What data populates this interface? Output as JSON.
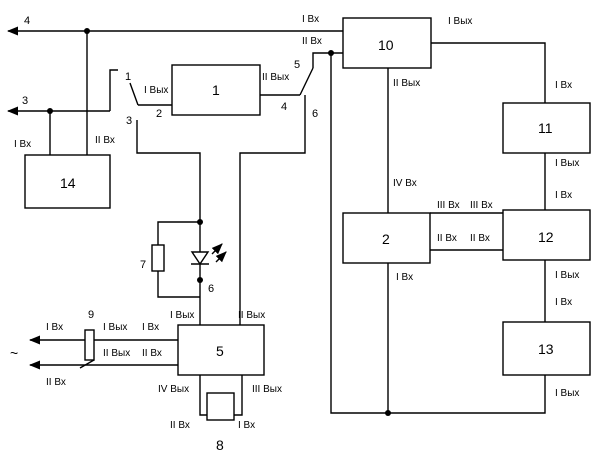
{
  "blocks": {
    "b1": "1",
    "b2": "2",
    "b5": "5",
    "b10": "10",
    "b11": "11",
    "b12": "12",
    "b13": "13",
    "b14": "14",
    "b8": "8"
  },
  "numbers": {
    "n4": "4",
    "n3": "3",
    "n3b": "3",
    "n1": "1",
    "n2": "2",
    "n5": "5",
    "n4b": "4",
    "n6": "6",
    "n6b": "6",
    "n7": "7",
    "n9": "9"
  },
  "labels": {
    "l10_in1": "I Вх",
    "l10_in2": "II Вх",
    "l10_out1": "I Вых",
    "l10_out2": "II Вых",
    "l1_out1": "I Вых",
    "l1_out2": "II Вых",
    "l14_in1": "I Вх",
    "l14_in2": "II Вх",
    "l11_in": "I Вх",
    "l11_out": "I Вых",
    "l12_in": "I Вх",
    "l12_out": "I Вых",
    "l12_in2": "II Вх",
    "l12_in3": "III Вх",
    "l2_in4": "IV Вх",
    "l2_out3": "III Вх",
    "l2_out2": "II Вх",
    "l2_in1": "I Вх",
    "l13_in": "I Вх",
    "l13_out": "I Вых",
    "l5_out1": "I Вых",
    "l5_out2": "II Вых",
    "l5_in1": "I Вх",
    "l5_in2": "II Вх",
    "l5_out4": "IV Вых",
    "l5_out3": "III Вых",
    "l9_out1": "I Вых",
    "l9_out2": "II Вых",
    "l9_in1": "I Вх",
    "l9_in2": "II Вх",
    "l8_in2": "II Вх",
    "l8_in1": "I Вх",
    "tilde": "~"
  }
}
